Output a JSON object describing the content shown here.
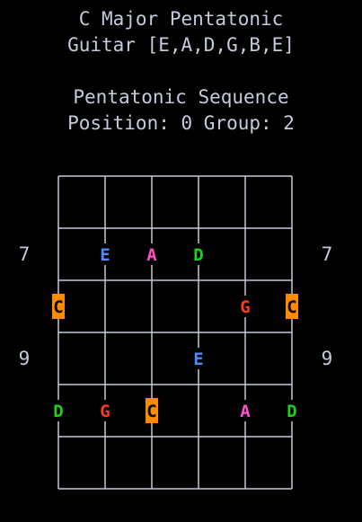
{
  "header": {
    "scale_title": "C Major Pentatonic",
    "tuning": "Guitar [E,A,D,G,B,E]",
    "mode": "Pentatonic Sequence",
    "position_group": "Position: 0 Group: 2"
  },
  "fret_labels": {
    "left": [
      "7",
      "9"
    ],
    "right": [
      "7",
      "9"
    ]
  },
  "colors": {
    "grid": "#c6cbdc",
    "C": "#ff8c00",
    "E": "#4a8cff",
    "A": "#ff4fcf",
    "D": "#1fd11f",
    "G": "#ff3b1f",
    "root_text": "#000000"
  },
  "notes": [
    {
      "string": 2,
      "row": 1,
      "name": "E"
    },
    {
      "string": 3,
      "row": 1,
      "name": "A"
    },
    {
      "string": 4,
      "row": 1,
      "name": "D"
    },
    {
      "string": 1,
      "row": 2,
      "name": "C",
      "root": true
    },
    {
      "string": 5,
      "row": 2,
      "name": "G"
    },
    {
      "string": 6,
      "row": 2,
      "name": "C",
      "root": true
    },
    {
      "string": 4,
      "row": 3,
      "name": "E"
    },
    {
      "string": 1,
      "row": 4,
      "name": "D"
    },
    {
      "string": 2,
      "row": 4,
      "name": "G"
    },
    {
      "string": 3,
      "row": 4,
      "name": "C",
      "root": true
    },
    {
      "string": 5,
      "row": 4,
      "name": "A"
    },
    {
      "string": 6,
      "row": 4,
      "name": "D"
    }
  ]
}
